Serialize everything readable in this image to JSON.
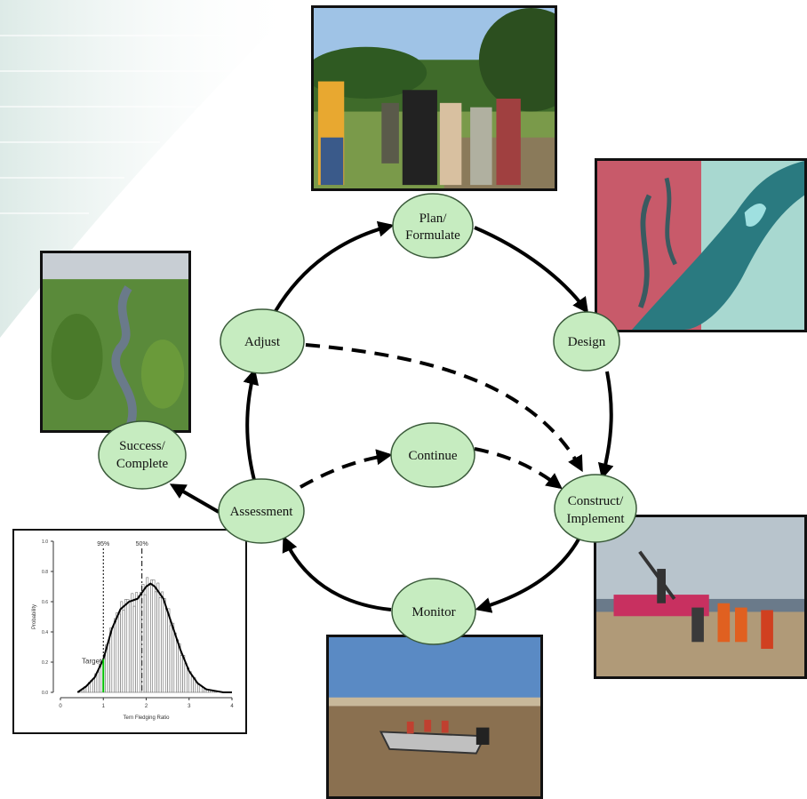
{
  "nodes": {
    "plan_line1": "Plan/",
    "plan_line2": "Formulate",
    "design": "Design",
    "construct_line1": "Construct/",
    "construct_line2": "Implement",
    "monitor": "Monitor",
    "assessment": "Assessment",
    "adjust": "Adjust",
    "continue": "Continue",
    "success_line1": "Success/",
    "success_line2": "Complete"
  },
  "colors": {
    "node_fill": "#c6ecc0",
    "node_stroke": "#3a5a3a",
    "arrow": "#000000",
    "target_line": "#00c000"
  },
  "photos": [
    {
      "name": "photo-team-meeting",
      "subject": "people standing in a field"
    },
    {
      "name": "photo-satellite-river",
      "subject": "false-color satellite image of river"
    },
    {
      "name": "photo-aerial-river",
      "subject": "aerial view of a winding river"
    },
    {
      "name": "photo-construction-crew",
      "subject": "workers walking toward a dredge"
    },
    {
      "name": "photo-boat-on-river",
      "subject": "people in a boat on a river"
    }
  ],
  "chart_data": {
    "type": "area",
    "xlabel": "Tern Fledging Ratio",
    "ylabel": "Probability",
    "xlim": [
      0,
      4
    ],
    "ylim": [
      0,
      1.0
    ],
    "x_ticks": [
      "0",
      "1",
      "2",
      "3",
      "4"
    ],
    "y_ticks": [
      "0.0",
      "0.2",
      "0.4",
      "0.6",
      "0.8",
      "1.0"
    ],
    "annotations": {
      "p95": "95%",
      "p50": "50%",
      "target": "Target"
    },
    "reference_lines": {
      "p95": 1.0,
      "p50": 1.9,
      "target": 1.0
    },
    "density": {
      "x": [
        0.4,
        0.6,
        0.8,
        1.0,
        1.2,
        1.4,
        1.6,
        1.8,
        1.9,
        2.0,
        2.1,
        2.2,
        2.4,
        2.6,
        2.8,
        3.0,
        3.2,
        3.4,
        3.6,
        3.8,
        4.0
      ],
      "y": [
        0.0,
        0.04,
        0.1,
        0.22,
        0.42,
        0.55,
        0.6,
        0.62,
        0.66,
        0.7,
        0.72,
        0.7,
        0.62,
        0.45,
        0.28,
        0.14,
        0.06,
        0.02,
        0.01,
        0.0,
        0.0
      ]
    }
  }
}
